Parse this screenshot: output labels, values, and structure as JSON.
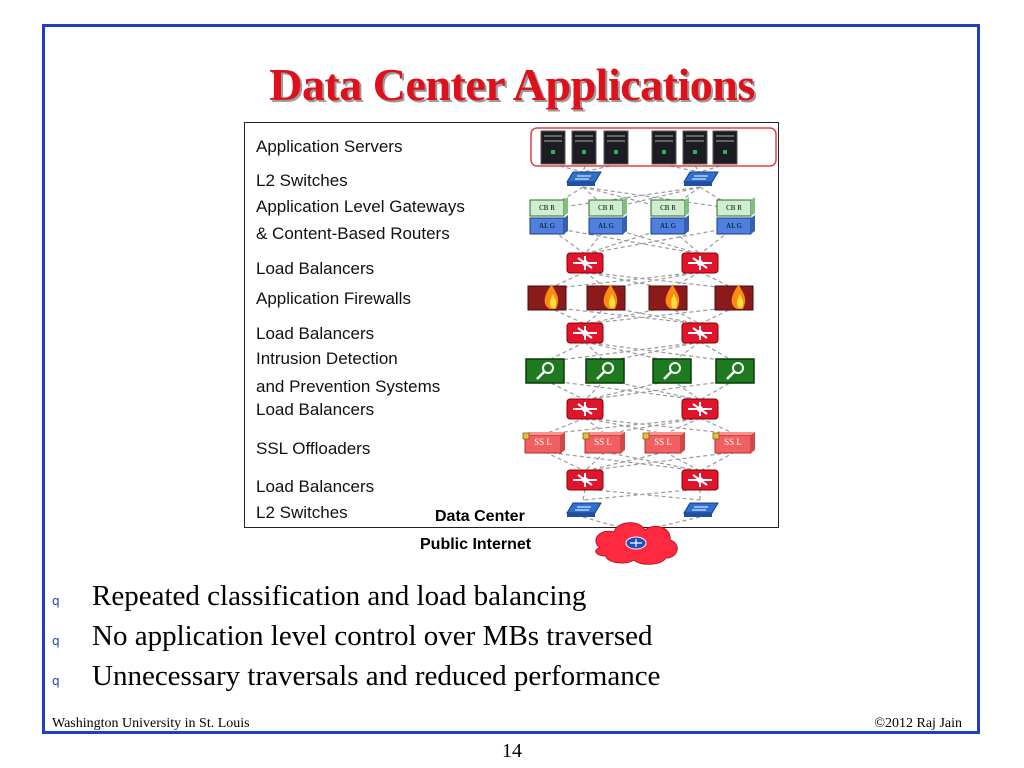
{
  "slide": {
    "title": "Data Center Applications",
    "page_number": "14",
    "footer_left": "Washington University in St. Louis",
    "footer_right": "©2012 Raj Jain"
  },
  "diagram": {
    "layers": [
      "Application Servers",
      "L2 Switches",
      "Application Level Gateways",
      "& Content-Based Routers",
      "Load Balancers",
      "Application Firewalls",
      "Load Balancers",
      "Intrusion Detection",
      "and Prevention Systems",
      "Load Balancers",
      "SSL Offloaders",
      "Load Balancers",
      "L2 Switches"
    ],
    "data_center_label": "Data Center",
    "public_internet_label": "Public Internet",
    "cbr_label": "CB R",
    "alg_label": "AL G",
    "ssl_label": "SS L"
  },
  "bullets": [
    "Repeated classification and load balancing",
    "No application level control over MBs traversed",
    "Unnecessary traversals and reduced performance"
  ],
  "bullet_glyph": "q",
  "colors": {
    "title": "#e0101a",
    "frame": "#1f3fbf",
    "load_balancer": "#e0142a",
    "firewall": "#8b1a1a",
    "ids": "#1e7a1e",
    "ssl": "#f06060",
    "switch": "#2f6fcf",
    "cbr": "#cfeecf",
    "alg": "#4f7fdf",
    "cloud": "#ff2a40"
  }
}
